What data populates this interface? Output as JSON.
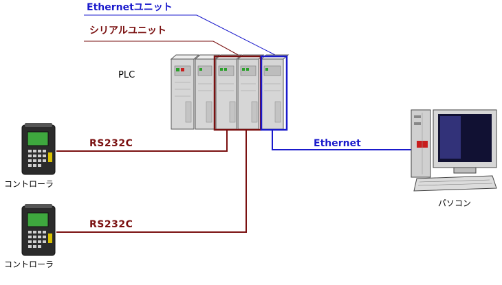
{
  "labels": {
    "ethernet_unit": "Ethernetユニット",
    "serial_unit": "シリアルユニット",
    "plc": "PLC",
    "rs232c_1": "RS232C",
    "rs232c_2": "RS232C",
    "ethernet": "Ethernet",
    "controller_1": "コントローラ",
    "controller_2": "コントローラ",
    "pc": "パソコン"
  },
  "colors": {
    "ethernet_blue": "#1a1acc",
    "serial_red": "#7a1010",
    "unit_body": "#d6d6d6",
    "device_dark": "#2b2b2b"
  },
  "icons": {
    "plc": "plc-rack-icon",
    "controller": "handheld-controller-icon",
    "pc": "desktop-computer-icon"
  }
}
